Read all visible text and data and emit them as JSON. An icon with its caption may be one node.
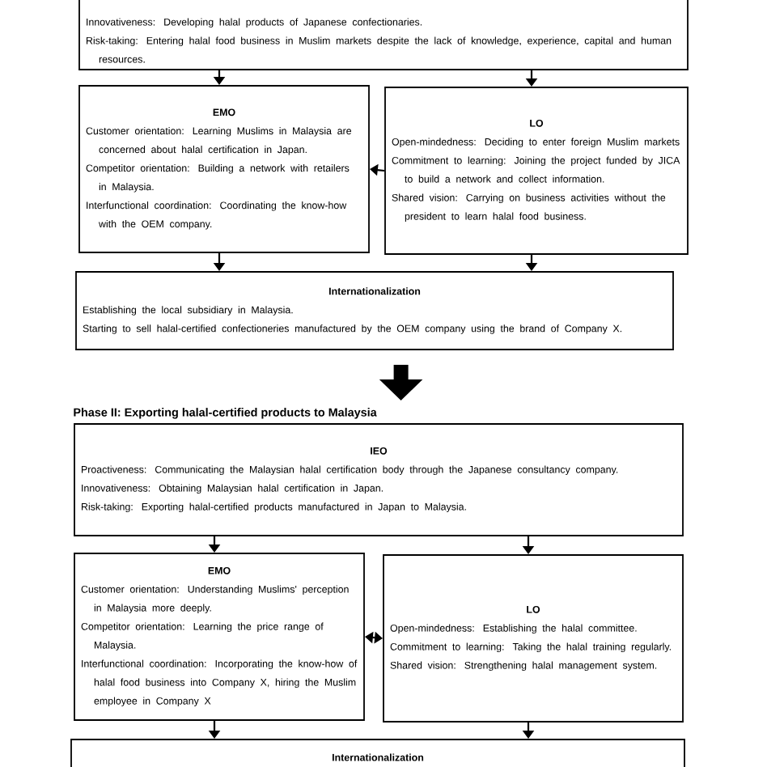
{
  "diagram": {
    "nodes": [
      {
        "text": [
          "Innovativeness: Developing halal products of Japanese confectionaries.",
          "Risk-taking: Entering halal food business in Muslim markets despite the lack of knowledge, experience, capital and human resources."
        ]
      },
      {
        "text": [
          "EMO",
          "Customer orientation: Learning Muslims in Malaysia are concerned about halal certification in Japan.",
          "Competitor orientation: Building a network with retailers in Malaysia.",
          "Interfunctional coordination: Coordinating the know-how with the OEM company."
        ]
      },
      {
        "text": [
          "LO",
          "Open-mindedness: Deciding to enter foreign Muslim markets",
          "Commitment to learning: Joining the project funded by JICA to build a network and collect information.",
          "Shared vision: Carrying on business activities without the president to learn halal food business."
        ]
      },
      {
        "text": [
          "Internationalization",
          "Establishing the local subsidiary in Malaysia.",
          "Starting to sell halal-certified confectioneries manufactured by the OEM company using the brand of Company X."
        ]
      },
      {
        "text": [
          "Phase II: Exporting halal-certified products to Malaysia",
          "IEO",
          "Proactiveness: Communicating the Malaysian halal certification body through the Japanese consultancy company.",
          "Innovativeness: Obtaining Malaysian halal certification in Japan.",
          "Risk-taking: Exporting halal-certified products manufactured in Japan to Malaysia."
        ]
      },
      {
        "text": [
          "EMO",
          "Customer orientation: Understanding Muslims' perception in Malaysia more deeply.",
          "Competitor orientation: Learning the price range of Malaysia.",
          "Interfunctional coordination: Incorporating the know-how of halal food business into Company X, hiring the Muslim employee in Company X"
        ]
      },
      {
        "text": [
          "LO",
          "Open-mindedness: Establishing the halal committee.",
          "Commitment to learning: Taking the halal training regularly.",
          "Shared vision: Strengthening halal management system."
        ]
      },
      {
        "text": [
          "Internationalization"
        ]
      }
    ],
    "edges": [
      {
        "from": 0,
        "to": 1,
        "arrow": "to"
      },
      {
        "from": 0,
        "to": 2,
        "arrow": "to"
      },
      {
        "from": 2,
        "to": 1,
        "arrow": "to"
      },
      {
        "from": 1,
        "to": 3,
        "arrow": "to"
      },
      {
        "from": 2,
        "to": 3,
        "arrow": "to"
      },
      {
        "from": 3,
        "to": 4,
        "arrow": "to",
        "style": "thick"
      },
      {
        "from": 4,
        "to": 5,
        "arrow": "to"
      },
      {
        "from": 4,
        "to": 6,
        "arrow": "to"
      },
      {
        "from": 5,
        "to": 6,
        "arrow": "both"
      },
      {
        "from": 5,
        "to": 7,
        "arrow": "to"
      },
      {
        "from": 6,
        "to": 7,
        "arrow": "to"
      }
    ]
  }
}
